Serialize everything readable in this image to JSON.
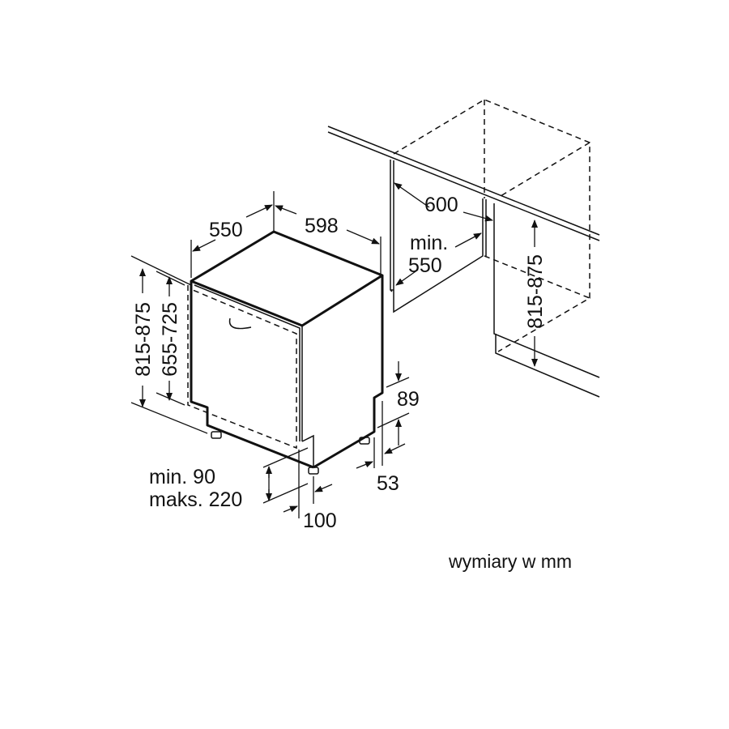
{
  "dimensions": {
    "depth": "550",
    "width": "598",
    "niche_width": "600",
    "niche_depth_line1": "min.",
    "niche_depth_line2": "550",
    "niche_height": "815-875",
    "total_height": "815-875",
    "door_height": "655-725",
    "plinth_top": "89",
    "plinth_bottom": "53",
    "plinth_gap_line1": "min. 90",
    "plinth_gap_line2": "maks. 220",
    "foot_offset": "100"
  },
  "units_note": "wymiary w mm"
}
